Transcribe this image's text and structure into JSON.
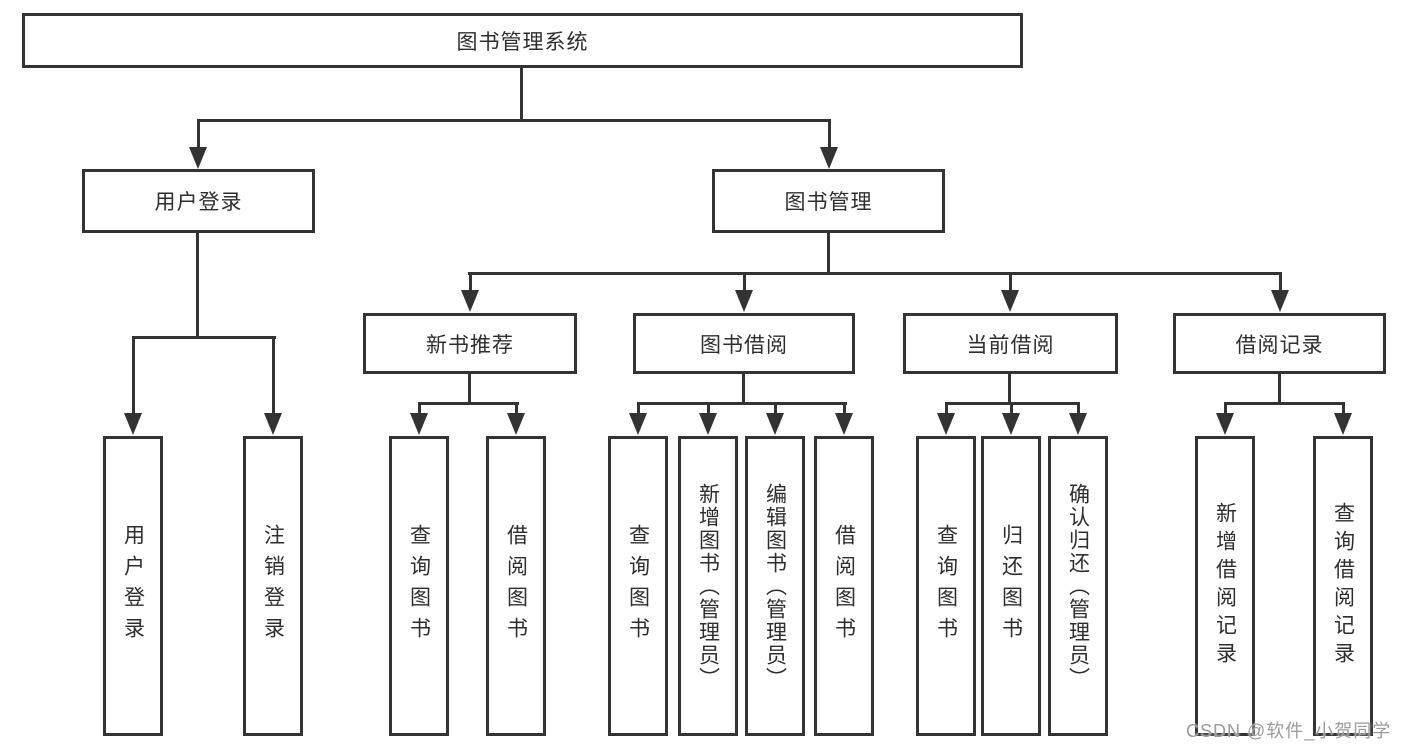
{
  "diagram": {
    "root": {
      "label": "图书管理系统"
    },
    "level2": [
      {
        "label": "用户登录"
      },
      {
        "label": "图书管理"
      }
    ],
    "level3": [
      {
        "label": "新书推荐"
      },
      {
        "label": "图书借阅"
      },
      {
        "label": "当前借阅"
      },
      {
        "label": "借阅记录"
      }
    ],
    "leaves": {
      "user_login": [
        "用户登录",
        "注销登录"
      ],
      "new_book_recommend": [
        "查询图书",
        "借阅图书"
      ],
      "book_borrow": [
        "查询图书",
        "新增图书（管理员）",
        "编辑图书（管理员）",
        "借阅图书"
      ],
      "current_borrow": [
        "查询图书",
        "归还图书",
        "确认归还（管理员）"
      ],
      "borrow_record": [
        "新增借阅记录",
        "查询借阅记录"
      ]
    }
  },
  "watermark": {
    "text": "CSDN @软件_小贺同学"
  },
  "colors": {
    "line": "#333333",
    "text": "#2e2e2e",
    "watermark": "#9b9b9b",
    "background": "#ffffff"
  }
}
